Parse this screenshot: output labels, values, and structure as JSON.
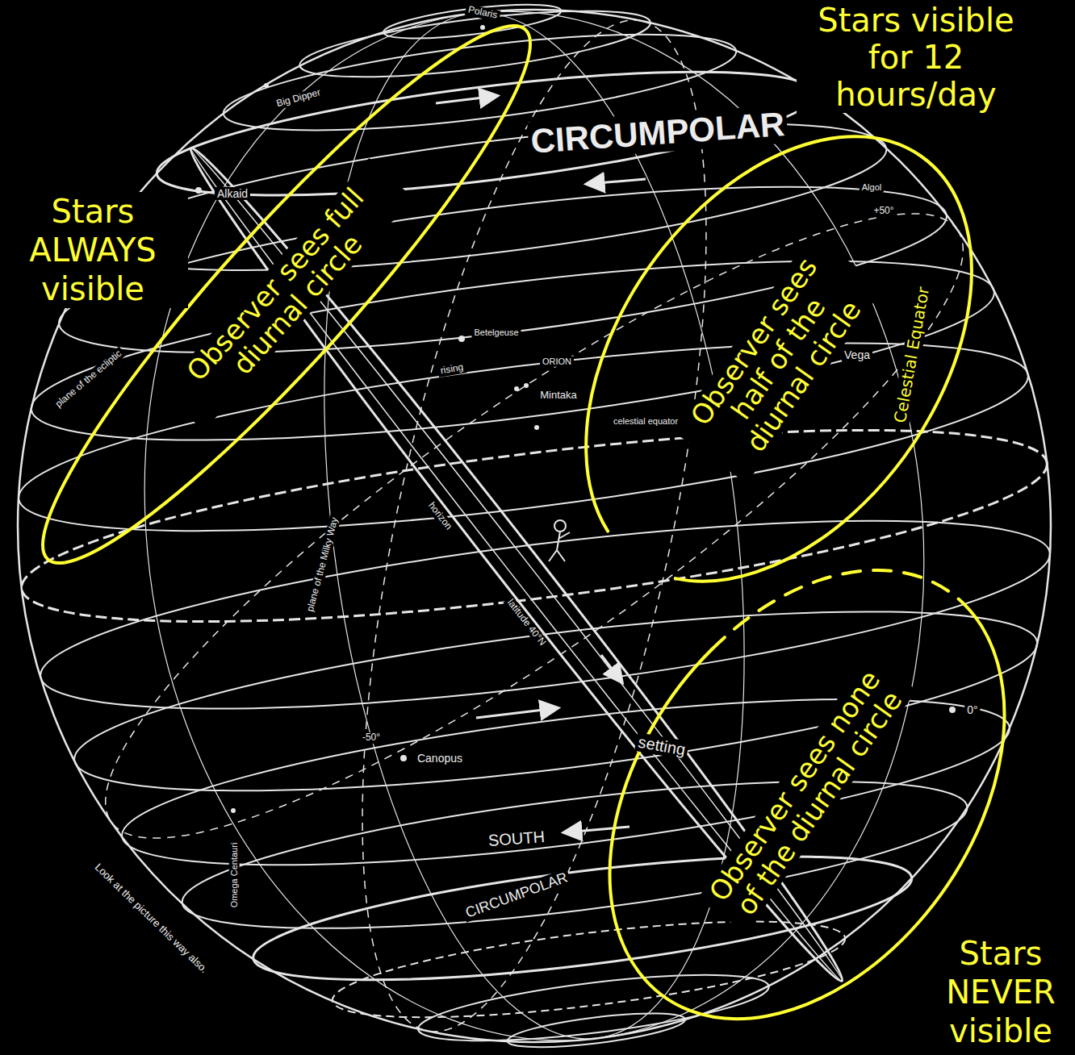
{
  "diagram": {
    "nodes": [
      {
        "text": [
          "Observer sees full diurnal circle"
        ]
      },
      {
        "text": [
          "Observer sees half of the diurnal circle"
        ]
      },
      {
        "text": [
          "Observer sees none of the diurnal circle"
        ]
      }
    ],
    "labels": [
      "Stars visible for 12 hours/day",
      "Stars ALWAYS visible",
      "Celestial Equator",
      "Stars NEVER visible",
      "Polaris",
      "Big Dipper",
      "CIRCUMPOLAR",
      "Algol",
      "+50°",
      "Alkaid",
      "Vega",
      "Betelgeuse",
      "ORION",
      "rising",
      "Mintaka",
      "celestial equator",
      "plane of the ecliptic",
      "plane of the Milky Way",
      "horizon",
      "latitude 40°N",
      "setting",
      "Canopus",
      "-50°",
      "0°",
      "SOUTH",
      "CIRCUMPOLAR",
      "Omega Centauri",
      "Look at the picture this way also."
    ]
  }
}
